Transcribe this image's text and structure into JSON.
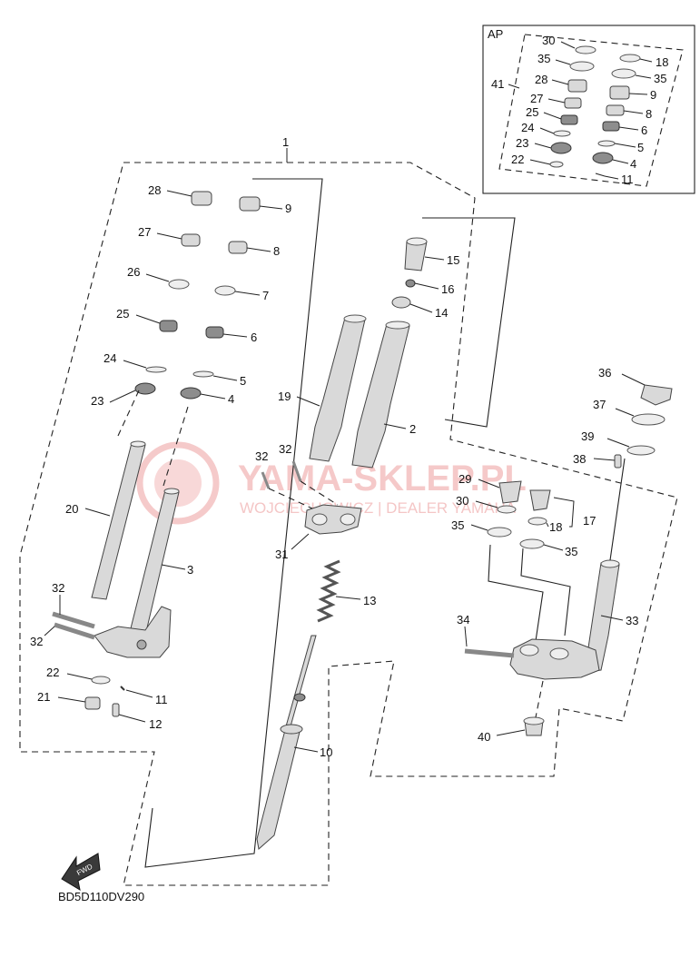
{
  "diagram_code": "BD5D110DV290",
  "watermark": {
    "brand": "YAMA-SKLEP.PL",
    "subtitle": "WOJCIECHOWICZ | DEALER YAMAHA"
  },
  "badge": {
    "text": "FWD"
  },
  "assembly": {
    "label": "AP"
  },
  "callouts": {
    "c1": "1",
    "c2": "2",
    "c3": "3",
    "c4": "4",
    "c5": "5",
    "c6": "6",
    "c7": "7",
    "c8": "8",
    "c9": "9",
    "c10": "10",
    "c11": "11",
    "c12": "12",
    "c13": "13",
    "c14": "14",
    "c15": "15",
    "c16": "16",
    "c17": "17",
    "c18": "18",
    "c19": "19",
    "c20": "20",
    "c21": "21",
    "c22": "22",
    "c23": "23",
    "c24": "24",
    "c25": "25",
    "c26": "26",
    "c27": "27",
    "c28": "28",
    "c29": "29",
    "c30": "30",
    "c31": "31",
    "c32": "32",
    "c33": "33",
    "c34": "34",
    "c35": "35",
    "c36": "36",
    "c37": "37",
    "c38": "38",
    "c39": "39",
    "c40": "40",
    "c41": "41"
  },
  "colors": {
    "line": "#222222",
    "part_fill": "#d9d9d9",
    "part_dark": "#8d8d8d",
    "watermark": "#f2b8b8"
  }
}
